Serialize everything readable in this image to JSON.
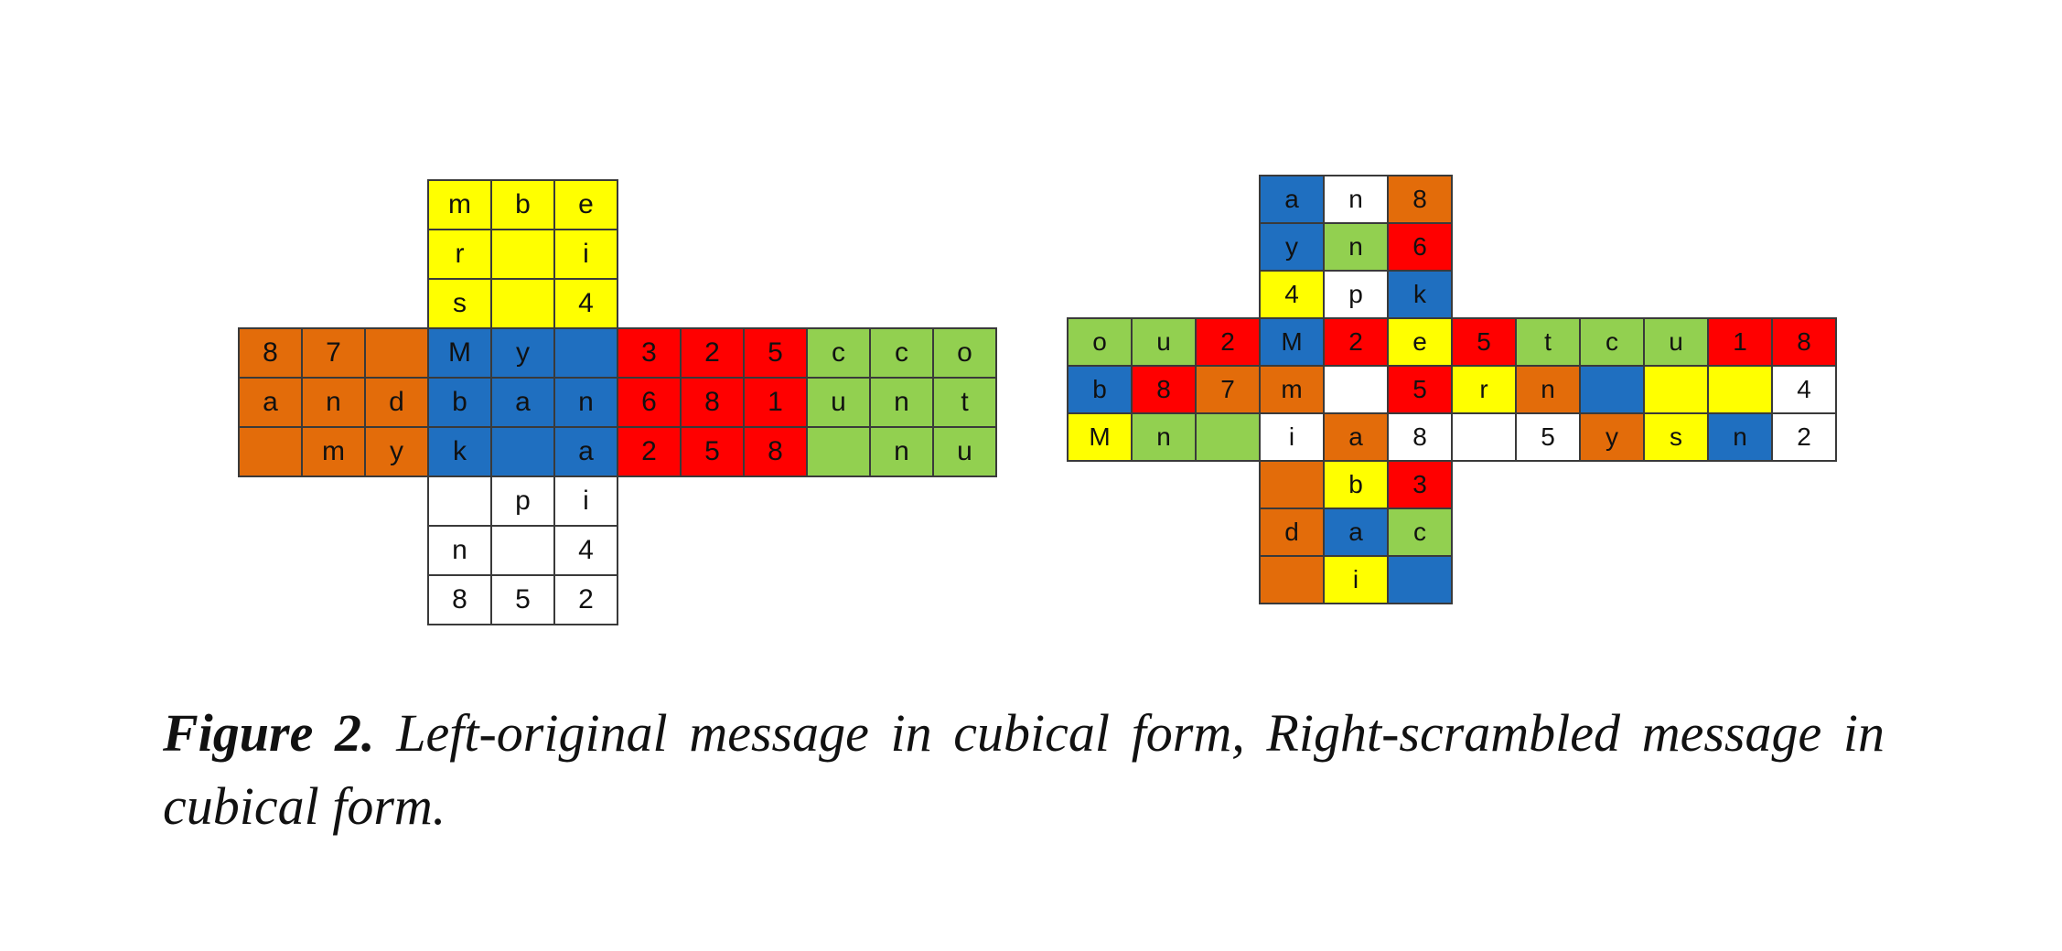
{
  "colors": {
    "Y": "#ffff00",
    "B": "#1f6fc0",
    "O": "#e36c0a",
    "R": "#ff0000",
    "G": "#92d050",
    "W": "#ffffff"
  },
  "nets": [
    {
      "name": "original",
      "faces": {
        "top": {
          "colors": [
            "Y",
            "Y",
            "Y",
            "Y",
            "Y",
            "Y",
            "Y",
            "Y",
            "Y"
          ],
          "letters": [
            "m",
            "b",
            "e",
            "r",
            "",
            "i",
            "s",
            "",
            "4"
          ]
        },
        "left": {
          "colors": [
            "O",
            "O",
            "O",
            "O",
            "O",
            "O",
            "O",
            "O",
            "O"
          ],
          "letters": [
            "8",
            "7",
            "",
            "a",
            "n",
            "d",
            "",
            "m",
            "y"
          ]
        },
        "front": {
          "colors": [
            "B",
            "B",
            "B",
            "B",
            "B",
            "B",
            "B",
            "B",
            "B"
          ],
          "letters": [
            "M",
            "y",
            "",
            "b",
            "a",
            "n",
            "k",
            "",
            "a"
          ]
        },
        "right": {
          "colors": [
            "R",
            "R",
            "R",
            "R",
            "R",
            "R",
            "R",
            "R",
            "R"
          ],
          "letters": [
            "3",
            "2",
            "5",
            "6",
            "8",
            "1",
            "2",
            "5",
            "8"
          ]
        },
        "back": {
          "colors": [
            "G",
            "G",
            "G",
            "G",
            "G",
            "G",
            "G",
            "G",
            "G"
          ],
          "letters": [
            "c",
            "c",
            "o",
            "u",
            "n",
            "t",
            "",
            "n",
            "u"
          ]
        },
        "bottom": {
          "colors": [
            "W",
            "W",
            "W",
            "W",
            "W",
            "W",
            "W",
            "W",
            "W"
          ],
          "letters": [
            "",
            "p",
            "i",
            "n",
            "",
            "4",
            "8",
            "5",
            "2"
          ]
        }
      }
    },
    {
      "name": "scrambled",
      "faces": {
        "top": {
          "colors": [
            "B",
            "W",
            "O",
            "B",
            "G",
            "R",
            "Y",
            "W",
            "B"
          ],
          "letters": [
            "a",
            "n",
            "8",
            "y",
            "n",
            "6",
            "4",
            "p",
            "k"
          ]
        },
        "left": {
          "colors": [
            "G",
            "G",
            "R",
            "B",
            "R",
            "O",
            "Y",
            "G",
            "G"
          ],
          "letters": [
            "o",
            "u",
            "2",
            "b",
            "8",
            "7",
            "M",
            "n",
            ""
          ]
        },
        "front": {
          "colors": [
            "B",
            "R",
            "Y",
            "O",
            "W",
            "R",
            "W",
            "O",
            "W"
          ],
          "letters": [
            "M",
            "2",
            "e",
            "m",
            "",
            "5",
            "i",
            "a",
            "8"
          ]
        },
        "right": {
          "colors": [
            "R",
            "G",
            "G",
            "Y",
            "O",
            "B",
            "W",
            "W",
            "O"
          ],
          "letters": [
            "5",
            "t",
            "c",
            "r",
            "n",
            "",
            "",
            "5",
            "y"
          ]
        },
        "back": {
          "colors": [
            "G",
            "R",
            "R",
            "Y",
            "Y",
            "W",
            "Y",
            "B",
            "W"
          ],
          "letters": [
            "u",
            "1",
            "8",
            "",
            "",
            "4",
            "s",
            "n",
            "2"
          ]
        },
        "bottom": {
          "colors": [
            "O",
            "Y",
            "R",
            "O",
            "B",
            "G",
            "O",
            "Y",
            "B"
          ],
          "letters": [
            "",
            "b",
            "3",
            "d",
            "a",
            "c",
            "",
            "i",
            ""
          ]
        }
      }
    }
  ],
  "caption": {
    "label": "Figure 2.",
    "text": " Left-original message in cubical form, Right-scrambled message in cubical form."
  }
}
